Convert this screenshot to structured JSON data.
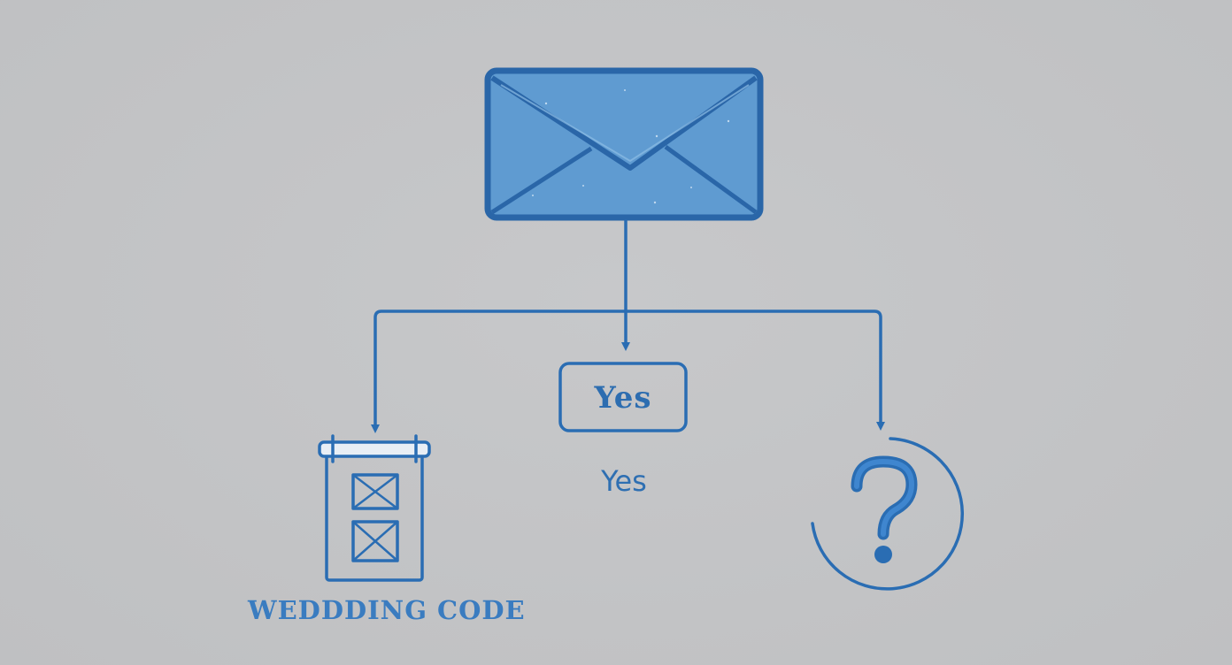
{
  "diagram": {
    "nodes": {
      "envelope": {
        "icon": "envelope-icon"
      },
      "yes_box": {
        "label": "Yes"
      },
      "yes_caption": {
        "text": "Yes"
      },
      "checklist": {
        "icon": "checklist-clipboard-icon",
        "label": "WEDDDING CODE"
      },
      "question": {
        "icon": "question-mark-icon"
      }
    },
    "colors": {
      "stroke": "#2a6db3",
      "envelope_fill": "#5f9bd1",
      "text": "#2f6fb3"
    }
  }
}
